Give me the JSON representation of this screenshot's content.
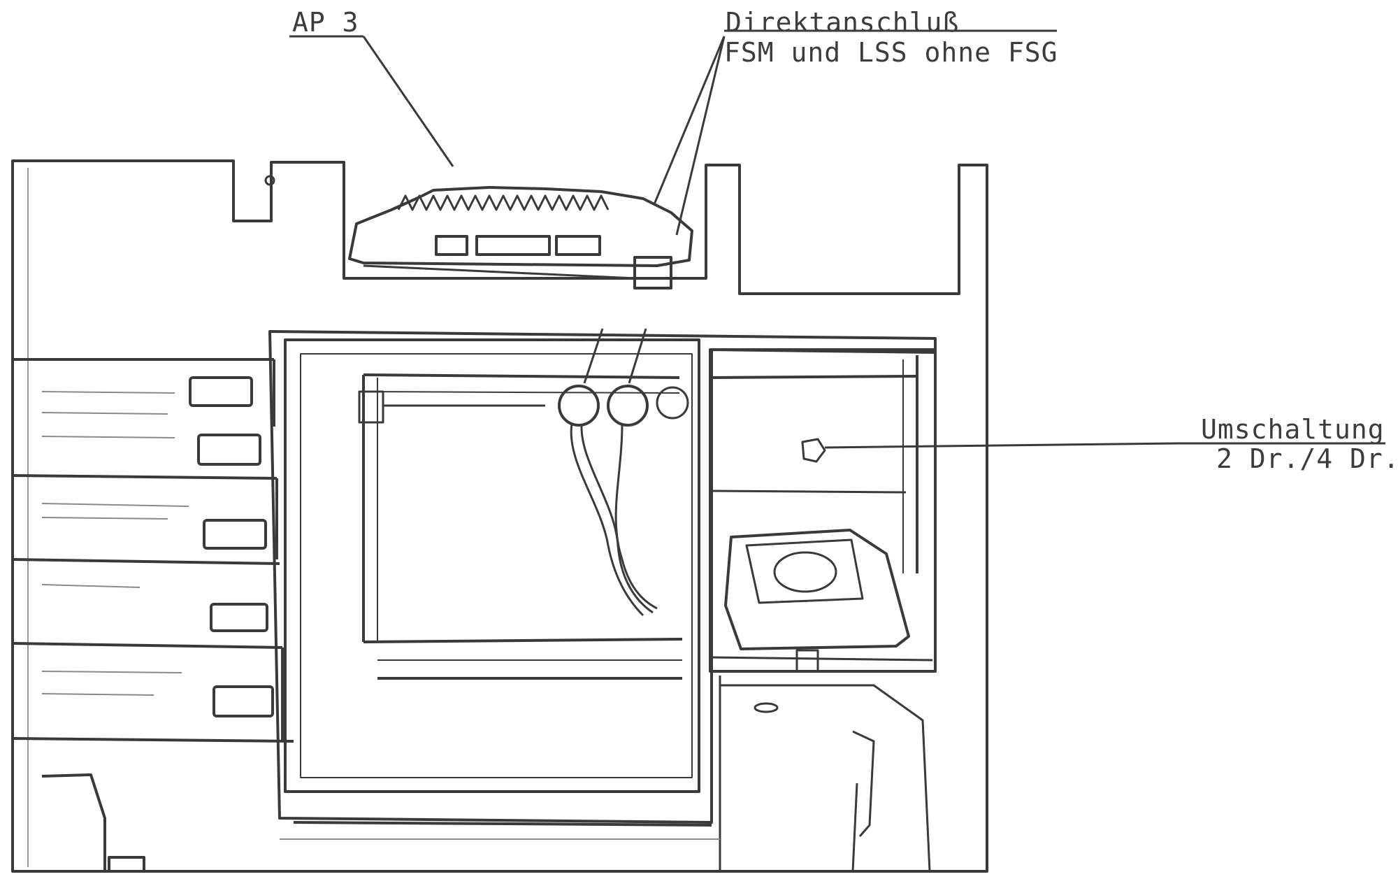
{
  "labels": {
    "ap3": "AP 3",
    "direktanschluss_line1": "Direktanschluß",
    "direktanschluss_line2": "FSM und LSS ohne FSG",
    "umschaltung_line1": "Umschaltung",
    "umschaltung_line2": "2 Dr./4 Dr."
  },
  "colors": {
    "ink": "#3a3a3a",
    "paper": "#ffffff",
    "shade": "#9a9a9a"
  }
}
